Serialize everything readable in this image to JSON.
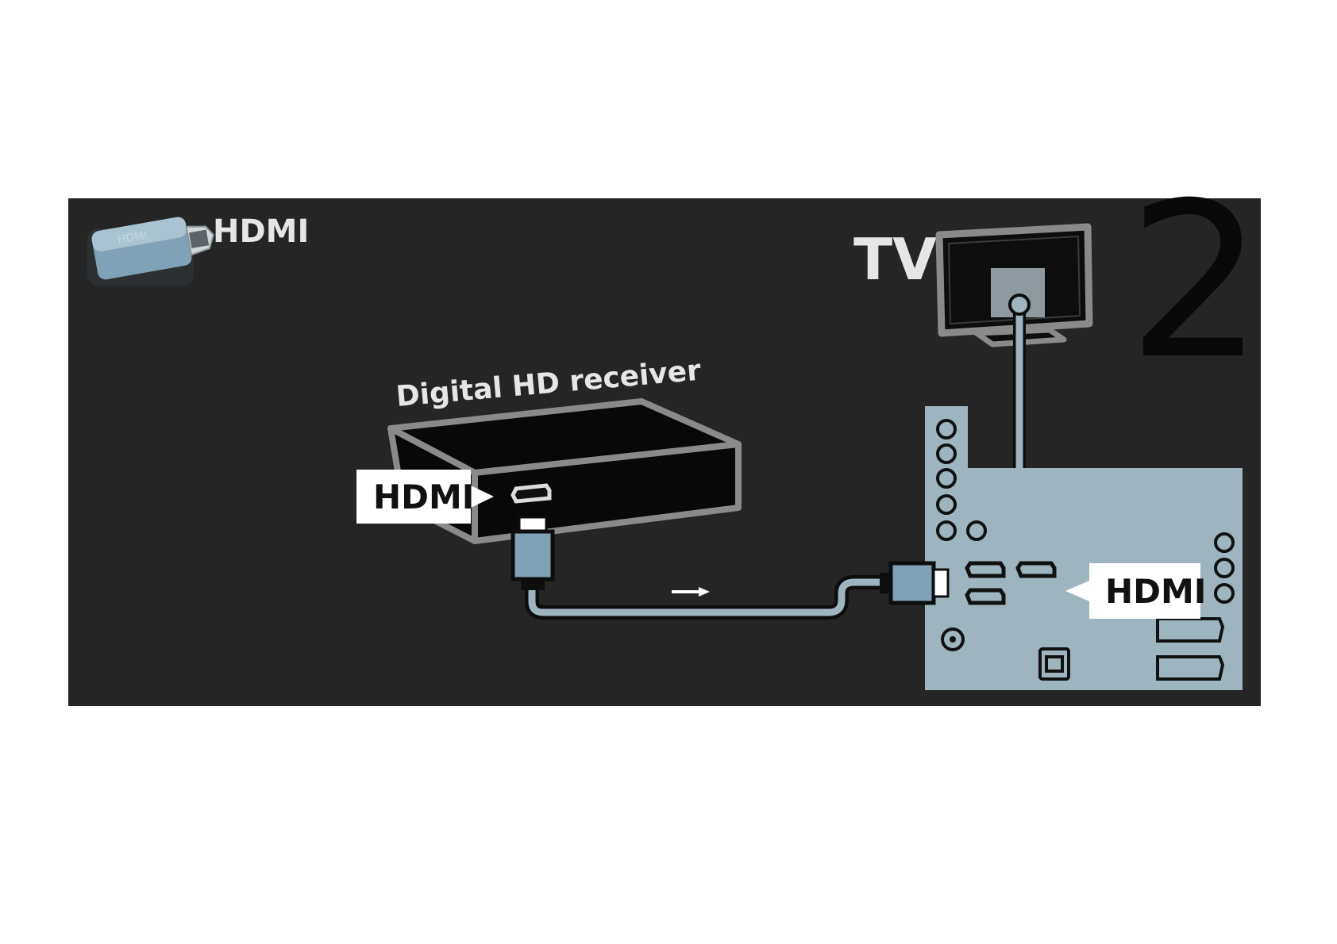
{
  "header": {
    "connector_label": "HDMI"
  },
  "step_number": "2",
  "tv": {
    "label": "TV"
  },
  "receiver": {
    "label": "Digital HD receiver",
    "port_label": "HDMI"
  },
  "tv_panel": {
    "port_label": "HDMI"
  },
  "colors": {
    "panel_background": "#252525",
    "tv_connection_panel": "#9eb5c0",
    "hdmi_plug": "#7fa2b6",
    "label_text": "#e6e6e6",
    "callout_background": "#ffffff",
    "callout_text": "#111111"
  }
}
